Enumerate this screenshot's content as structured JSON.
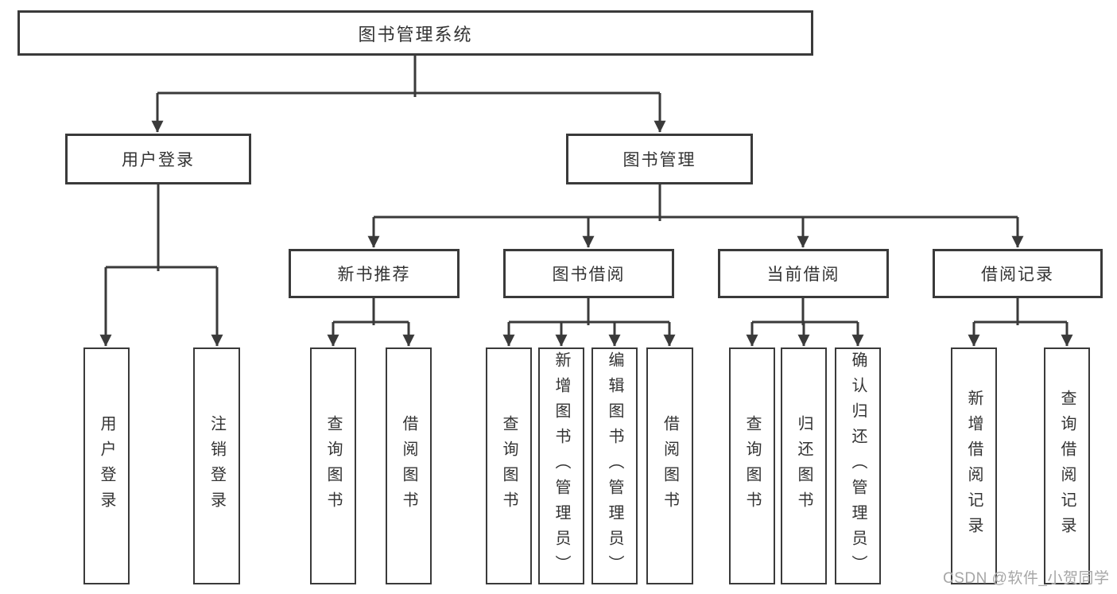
{
  "diagram": {
    "root": {
      "label": "图书管理系统"
    },
    "branches": [
      {
        "label": "用户登录",
        "children": [
          {
            "label": "用户登录"
          },
          {
            "label": "注销登录"
          }
        ]
      },
      {
        "label": "图书管理",
        "children": [
          {
            "label": "新书推荐",
            "children": [
              {
                "label": "查询图书"
              },
              {
                "label": "借阅图书"
              }
            ]
          },
          {
            "label": "图书借阅",
            "children": [
              {
                "label": "查询图书"
              },
              {
                "label": "新增图书（管理员）"
              },
              {
                "label": "编辑图书（管理员）"
              },
              {
                "label": "借阅图书"
              }
            ]
          },
          {
            "label": "当前借阅",
            "children": [
              {
                "label": "查询图书"
              },
              {
                "label": "归还图书"
              },
              {
                "label": "确认归还（管理员）"
              }
            ]
          },
          {
            "label": "借阅记录",
            "children": [
              {
                "label": "新增借阅记录"
              },
              {
                "label": "查询借阅记录"
              }
            ]
          }
        ]
      }
    ]
  },
  "watermark": {
    "text": "CSDN @软件_小贺同学"
  },
  "colors": {
    "line": "#3a3a3a",
    "text": "#333333",
    "watermark": "#a6a6a6",
    "background": "#ffffff"
  }
}
